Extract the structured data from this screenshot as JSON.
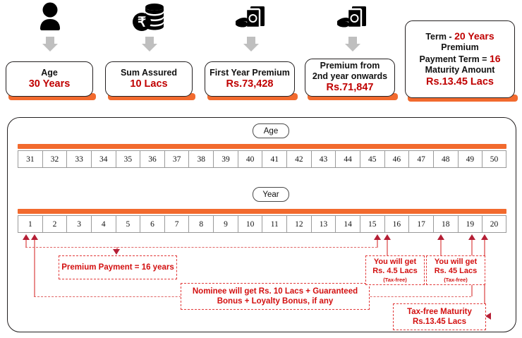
{
  "summary_cards": [
    {
      "icon": "person-icon",
      "label": "Age",
      "value": "30 Years"
    },
    {
      "icon": "coin-stack-rupee-icon",
      "label": "Sum Assured",
      "value": "10 Lacs"
    },
    {
      "icon": "hand-cash-icon",
      "label": "First Year Premium",
      "value": "Rs.73,428"
    },
    {
      "icon": "hand-cash-icon",
      "label_line1": "Premium from",
      "label_line2": "2nd year onwards",
      "value": "Rs.71,847"
    }
  ],
  "term_card": {
    "term_label": "Term  -",
    "term_value": "20 Years",
    "premium_label": "Premium",
    "ppt_label": "Payment Term =",
    "ppt_value": "16",
    "maturity_label": "Maturity Amount",
    "maturity_value": "Rs.13.45 Lacs"
  },
  "timeline": {
    "age_pill": "Age",
    "year_pill": "Year",
    "ages": [
      "31",
      "32",
      "33",
      "34",
      "35",
      "36",
      "37",
      "38",
      "39",
      "40",
      "41",
      "42",
      "43",
      "44",
      "45",
      "46",
      "47",
      "48",
      "49",
      "50"
    ],
    "years": [
      "1",
      "2",
      "3",
      "4",
      "5",
      "6",
      "7",
      "8",
      "9",
      "10",
      "11",
      "12",
      "13",
      "14",
      "15",
      "16",
      "17",
      "18",
      "19",
      "20"
    ]
  },
  "callouts": {
    "premium_payment": {
      "line1": "Premium Payment = 16 years"
    },
    "nominee": {
      "line1": "Nominee will get Rs. 10 Lacs + Guaranteed",
      "line2": "Bonus + Loyalty Bonus, if any"
    },
    "payout_16": {
      "line1": "You will get",
      "line2": "Rs. 4.5 Lacs",
      "note": "(Tax-free)"
    },
    "payout_18": {
      "line1": "You will get",
      "line2": "Rs. 45 Lacs",
      "note": "(Tax-free)"
    },
    "maturity": {
      "line1": "Tax-free Maturity",
      "line2": "Rs.13.45 Lacs"
    }
  },
  "colors": {
    "accent_orange": "#f26a2e",
    "value_red": "#c00000",
    "callout_red": "#d31010",
    "connector_red": "#b51f35",
    "grid_border": "#9a9a9a"
  }
}
